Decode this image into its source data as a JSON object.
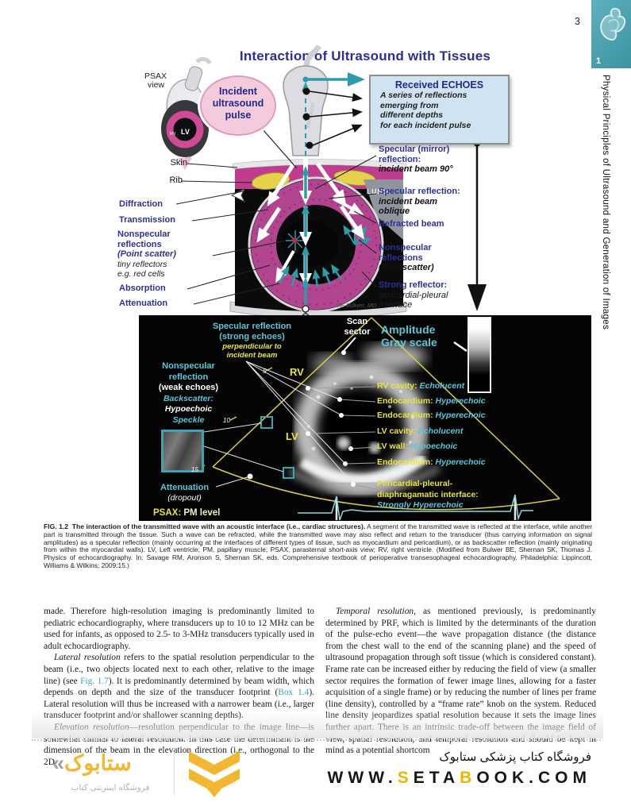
{
  "page": {
    "number": "3",
    "chapter_tab": "1"
  },
  "sidebar": {
    "title": "Physical Principles of Ultrasound and Generation of Images"
  },
  "figure": {
    "title": "Interaction of Ultrasound with Tissues",
    "inset": {
      "line1": "PSAX",
      "line2": "view",
      "lv": "LV",
      "rv": "RV"
    },
    "incident_pulse": {
      "line1": "Incident",
      "line2": "ultrasound",
      "line3": "pulse"
    },
    "received_echoes": {
      "title": "Received ECHOES",
      "line1": "A series of reflections",
      "line2": "emerging from",
      "line3": "different depths",
      "line4": "for each incident pulse"
    },
    "lung": "LUNG",
    "signature": "BE Bulwer, MD",
    "labels_left": {
      "skin": "Skin",
      "rib": "Rib",
      "diffraction": "Diffraction",
      "transmission": "Transmission",
      "nonspecular1": "Nonspecular",
      "nonspecular2": "reflections",
      "nonspecular3": "(Point scatter)",
      "nonspecular4": "tiny reflectors",
      "nonspecular5": "e.g. red cells",
      "absorption": "Absorption",
      "attenuation": "Attenuation"
    },
    "labels_right": {
      "mirror1": "Specular (mirror)",
      "mirror2": "reflection:",
      "mirror3": "incident beam 90°",
      "oblique1": "Specular reflection:",
      "oblique2": "incident beam",
      "oblique3": "oblique",
      "refracted": "Refracted beam",
      "back1": "Nonspecular",
      "back2": "reflections",
      "back3": "(Backscatter)",
      "strong1": "Strong reflector:",
      "strong2": "pericardial-pleural",
      "strong3": "interface"
    }
  },
  "ultrasound": {
    "specular1": "Specular reflection",
    "specular2": "(strong echoes)",
    "specular3": "perpendicular to",
    "specular4": "incident beam",
    "scan1": "Scan",
    "scan2": "sector",
    "amplitude1": "Amplitude",
    "amplitude2": "Gray scale",
    "nonspec1": "Nonspecular",
    "nonspec2": "reflection",
    "nonspec3": "(weak echoes)",
    "nonspec4": "Backscatter:",
    "nonspec5": "Hypoechoic",
    "nonspec6": "Speckle",
    "attenuation1": "Attenuation",
    "attenuation2": "(dropout)",
    "psax": "PSAX:",
    "psax_level": "PM level",
    "rv": "RV",
    "lv": "LV",
    "depth5": "5",
    "depth10": "10",
    "depth15": "15",
    "annotations": [
      {
        "label": "RV cavity:",
        "value": "Echolucent"
      },
      {
        "label": "Endocardium:",
        "value": "Hyperechoic"
      },
      {
        "label": "Endocardium:",
        "value": "Hyperechoic"
      },
      {
        "label": "LV cavity:",
        "value": "Echolucent"
      },
      {
        "label": "LV wall:",
        "value": "Hypoechoic"
      },
      {
        "label": "Endocardium:",
        "value": "Hyperechoic"
      }
    ],
    "pericardial1": "Pericardial-pleural-",
    "pericardial2": "diaphragamatic interface:",
    "pericardial3": "Strongly Hyperechoic"
  },
  "caption": {
    "tag": "FIG. 1.2",
    "bold": "The interaction of the transmitted wave with an acoustic interface (i.e., cardiac structures).",
    "text": " A segment of the transmitted wave is reflected at the interface, while another part is transmitted through the tissue. Such a wave can be refracted, while the transmitted wave may also reflect and return to the transducer (thus carrying information on signal amplitudes) as a specular reflection (mainly occurring at the interfaces of different types of tissue, such as myocardium and pericardium), or as backscatter reflection (mainly originating from within the myocardial walls). LV, Left ventricle; PM, papillary muscle; PSAX, parasternal short-axis view; RV, right ventricle. (Modified from Bulwer BE, Shernan SK, Thomas J. Physics of echocardiography. In: Savage RM, Aronson S, Shernan SK, eds. Comprehensive textbook of perioperative transesophageal echocardiography. Philadelphia: Lippincott, Williams & Wilkins; 2009:15.)"
  },
  "body": {
    "left": {
      "p1": "made. Therefore high-resolution imaging is predominantly limited to pediatric echocardiography, where transducers up to 10 to 12 MHz can be used for infants, as opposed to 2.5- to 3-MHz transducers typically used in adult echocardiography.",
      "p2_lead": "Lateral resolution",
      "p2_a": " refers to the spatial resolution perpendicular to the beam (i.e., two objects located next to each other, relative to the image line) (see ",
      "p2_ref1": "Fig. 1.7",
      "p2_b": "). It is predominantly determined by beam width, which depends on depth and the size of the transducer footprint (",
      "p2_ref2": "Box 1.4",
      "p2_c": "). Lateral resolution will thus be increased with a narrower beam (i.e., larger transducer footprint and/or shallower scanning depths).",
      "p3_lead": "Elevation resolution",
      "p3_rest": "—resolution perpendicular to the image line—is somewhat similar to lateral resolution. In this case the determinant is the dimension of the beam in the elevation direction (i.e., orthogonal to the 2D"
    },
    "right": {
      "p1_lead": "Temporal resolution",
      "p1_rest": ", as mentioned previously, is predominantly determined by PRF, which is limited by the determinants of the duration of the pulse-echo event—the wave propagation distance (the distance from the chest wall to the end of the scanning plane) and the speed of ultrasound propagation through soft tissue (which is considered constant). Frame rate can be increased either by reducing the field of view (a smaller sector requires the formation of fewer image lines, allowing for a faster acquisition of a single frame) or by reducing the number of lines per frame (line density), controlled by a “frame rate” knob on the system. Reduced line density jeopardizes spatial resolution because it sets the image lines further apart. There is an intrinsic trade-off between the image field of view, spatial resolution, and temporal resolution and should be kept in mind as a potential shortcom"
    }
  },
  "footer": {
    "logo_mark": "«",
    "logo_word": "ستابوک",
    "logo_tagline": "فروشگاه اینترنتی کتاب",
    "persian_title": "فروشگاه کتاب پزشکی ستابوک",
    "url_pre": "WWW.",
    "url_s": "S",
    "url_mid": "ETA",
    "url_b": "B",
    "url_post": "OOK.COM"
  },
  "colors": {
    "navy_label": "#2e3192",
    "teal_arrow": "#2e9aaa",
    "cyan_label": "#5fc4d8",
    "yellow_label": "#e9e33f",
    "magenta_tissue": "#bf3c8f",
    "footer_yellow": "#f2b632",
    "reference_teal": "#3aa0b4",
    "tab_teal": "#4aa2b0"
  }
}
